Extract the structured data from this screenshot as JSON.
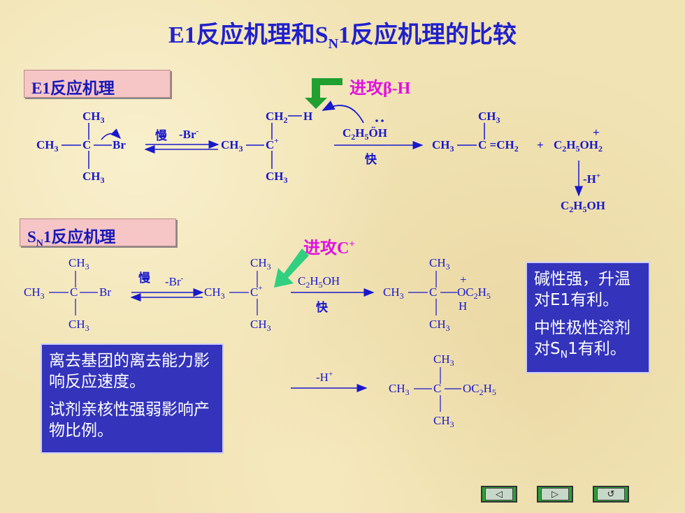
{
  "title": {
    "pre": "E1反应机理和S",
    "sub": "N",
    "post": "1反应机理的比较"
  },
  "e1": {
    "label": "E1反应机理",
    "attack": "进攻β-H",
    "step1_label": "慢",
    "step1_leaving": "-Br",
    "step1_leaving_sup": "-",
    "reagent": "C2H5OH",
    "step2_label": "快",
    "deprotonate": "-H",
    "deprotonate_sup": "+",
    "final_byproduct": "C2H5OH"
  },
  "sn1": {
    "label_pre": "S",
    "label_sub": "N",
    "label_post": "1反应机理",
    "attack": "进攻C",
    "attack_sup": "+",
    "step1_label": "慢",
    "step1_leaving": "-Br",
    "step1_leaving_sup": "-",
    "reagent": "C2H5OH",
    "step2_label": "快",
    "deprotonate": "-H",
    "deprotonate_sup": "+"
  },
  "info_left": {
    "para1": "离去基团的离去能力影响反应速度。",
    "para2": "试剂亲核性强弱影响产物比例。"
  },
  "info_right": {
    "para1": "碱性强，升温对E1有利。",
    "para2_pre": "中性极性溶剂对S",
    "para2_sub": "N",
    "para2_post": "1有利。"
  },
  "nav": {
    "prev_icon": "◁",
    "next_icon": "▷",
    "return_icon": "↺"
  },
  "colors": {
    "text_blue": "#1818cc",
    "attack_pink": "#e010e0",
    "arrow_green_dark": "#20a030",
    "arrow_green_light": "#30d080",
    "info_bg": "#3333bb"
  }
}
